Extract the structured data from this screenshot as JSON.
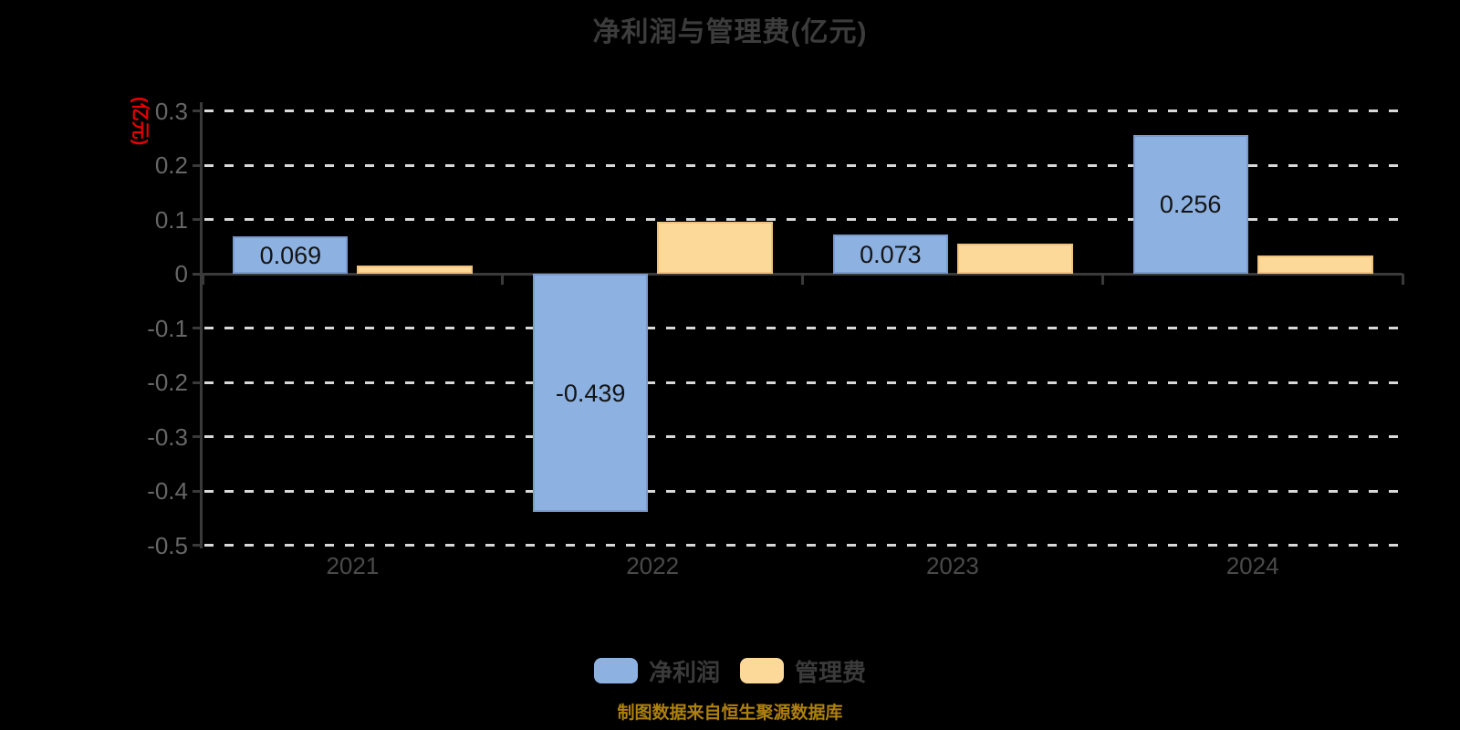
{
  "title": "净利润与管理费(亿元)",
  "y_axis_unit": "(亿元)",
  "footer_source": "制图数据来自恒生聚源数据库",
  "colors": {
    "background": "#000000",
    "title": "#3c3c3c",
    "net_profit_fill": "#8db1e0",
    "net_profit_border": "#7a9ace",
    "mgmt_fee_fill": "#fdd999",
    "mgmt_fee_border": "#eec27e",
    "gridline": "#d9d9d9",
    "axis": "#3a3a3a",
    "y_tick_label": "#666666",
    "x_tick_label": "#4a4a4a",
    "unit_label": "#e60000",
    "bar_value_label": "#141414",
    "legend_label": "#3a3a3a",
    "footer": "#ae800f"
  },
  "chart_data": {
    "type": "bar",
    "title": "净利润与管理费(亿元)",
    "categories": [
      "2021",
      "2022",
      "2023",
      "2024"
    ],
    "series": [
      {
        "name": "净利润",
        "key": "net-profit",
        "color": "#8db1e0",
        "border_color": "#7a9ace",
        "values": [
          0.069,
          -0.439,
          0.073,
          0.256
        ],
        "value_labels": [
          "0.069",
          "-0.439",
          "0.073",
          "0.256"
        ],
        "labels_shown": true
      },
      {
        "name": "管理费",
        "key": "mgmt-fee",
        "color": "#fdd999",
        "border_color": "#eec27e",
        "values": [
          0.015,
          0.095,
          0.055,
          0.033
        ],
        "value_labels": [],
        "labels_shown": false
      }
    ],
    "ylabel": "(亿元)",
    "ylim": [
      -0.5,
      0.3
    ],
    "y_ticks": [
      0.3,
      0.2,
      0.1,
      0,
      -0.1,
      -0.2,
      -0.3,
      -0.4,
      -0.5
    ],
    "grid": "horizontal-dashed",
    "legend_position": "bottom",
    "source_note": "制图数据来自恒生聚源数据库"
  }
}
